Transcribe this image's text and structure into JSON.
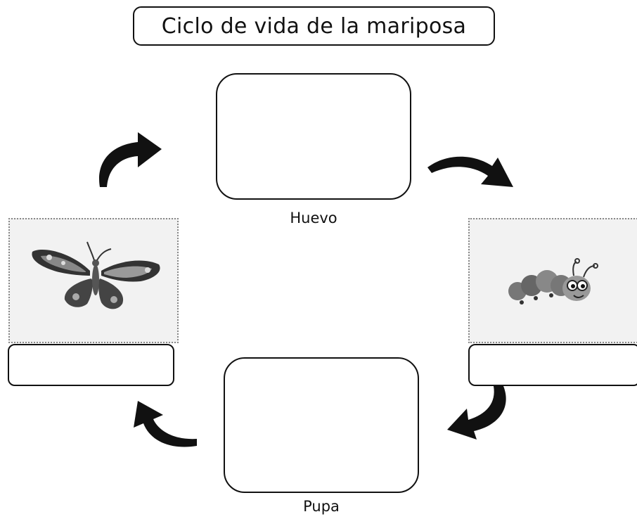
{
  "title": "Ciclo de vida de la mariposa",
  "stages": {
    "egg": {
      "label": "Huevo"
    },
    "pupa": {
      "label": "Pupa"
    }
  },
  "illustrations": {
    "left": "butterfly-image",
    "right": "caterpillar-image"
  }
}
